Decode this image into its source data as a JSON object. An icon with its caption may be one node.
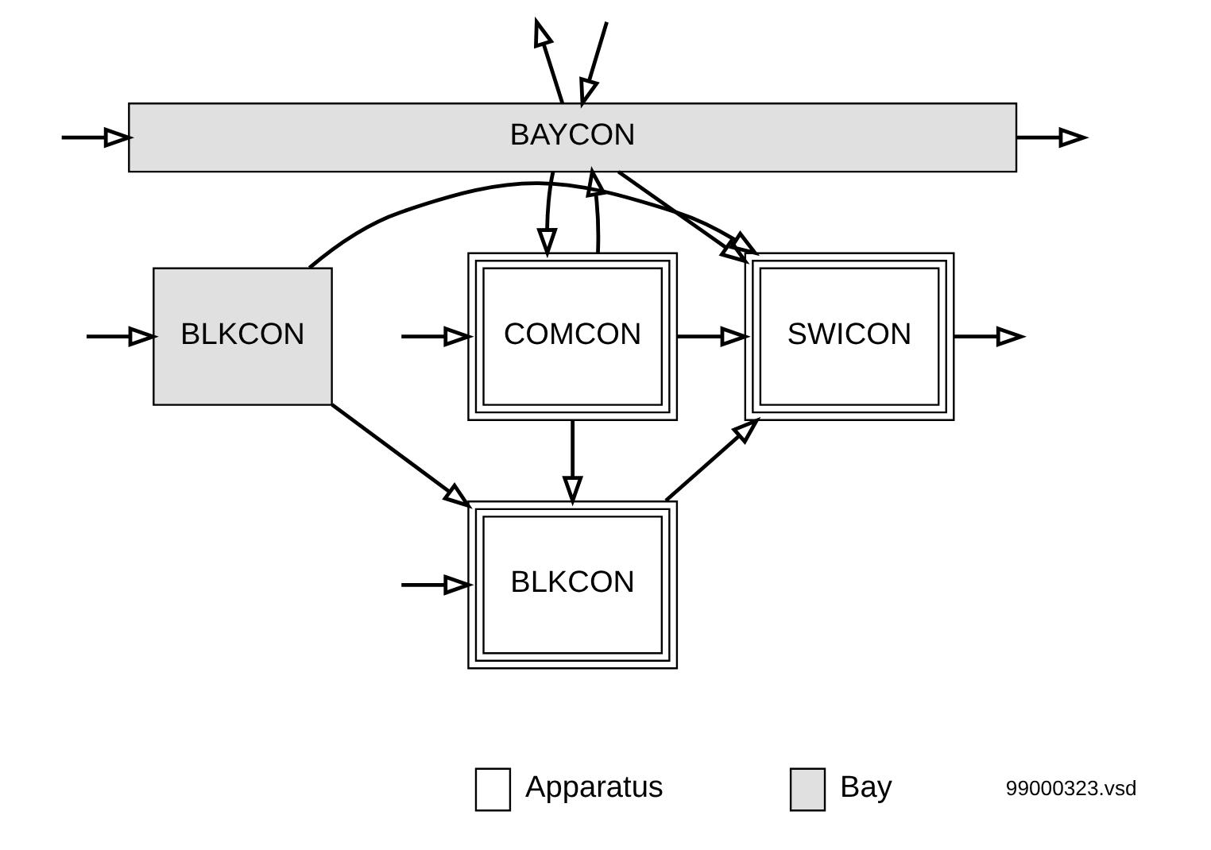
{
  "diagram": {
    "nodes": [
      {
        "text": [
          "BAYCON"
        ]
      },
      {
        "text": [
          "COMCON"
        ]
      },
      {
        "text": [
          "SWICON"
        ]
      },
      {
        "text": [
          "BLKCON"
        ]
      },
      {
        "text": [
          "BLKCON"
        ]
      }
    ],
    "edges": [
      {
        "from": 0,
        "to": null,
        "arrow": "to"
      },
      {
        "from": null,
        "to": 0,
        "arrow": "to"
      },
      {
        "from": 0,
        "to": null,
        "arrow": "to"
      },
      {
        "from": null,
        "to": 0,
        "arrow": "to"
      },
      {
        "from": 1,
        "to": 0,
        "arrow": "to"
      },
      {
        "from": 0,
        "to": 1,
        "arrow": "to"
      },
      {
        "from": 0,
        "to": 2,
        "arrow": "to"
      },
      {
        "from": null,
        "to": 1,
        "arrow": "to"
      },
      {
        "from": 1,
        "to": 2,
        "arrow": "to"
      },
      {
        "from": 3,
        "to": 2,
        "arrow": "to"
      },
      {
        "from": null,
        "to": 3,
        "arrow": "to"
      },
      {
        "from": 2,
        "to": null,
        "arrow": "to"
      },
      {
        "from": 1,
        "to": 4,
        "arrow": "to"
      },
      {
        "from": null,
        "to": 4,
        "arrow": "to"
      },
      {
        "from": 4,
        "to": 2,
        "arrow": "to"
      },
      {
        "from": 3,
        "to": 4,
        "arrow": "to"
      }
    ],
    "labels": [
      "99000323.vsd"
    ],
    "legend": [
      {
        "text": "Apparatus",
        "color": "#ffffff"
      },
      {
        "text": "Bay",
        "color": "#e0e0e0"
      }
    ]
  }
}
